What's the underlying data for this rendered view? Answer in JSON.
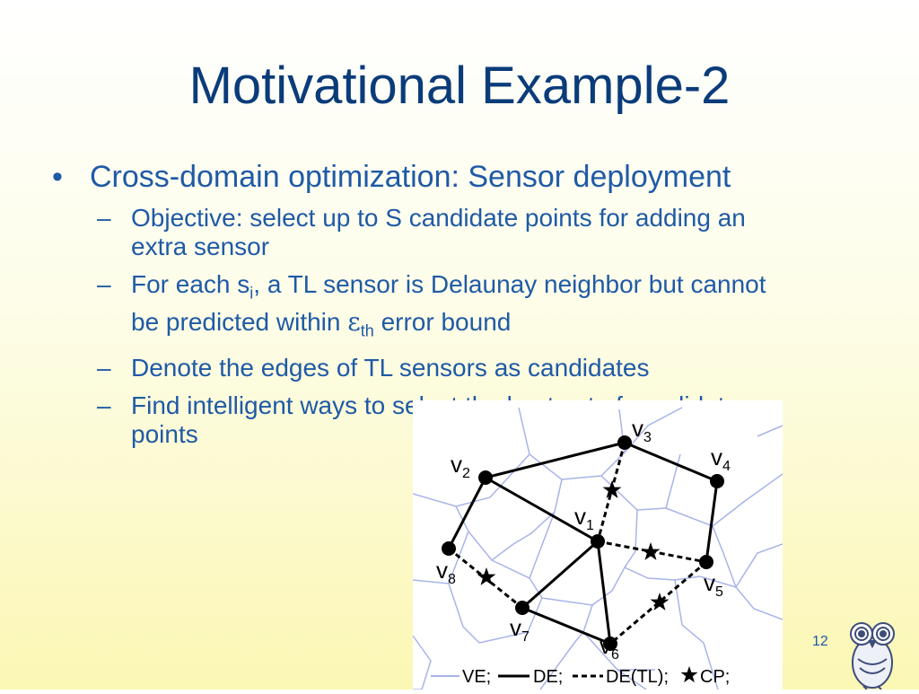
{
  "slide": {
    "title": "Motivational Example-2",
    "bullet": "Cross-domain optimization: Sensor deployment",
    "sub1": "Objective: select up to S candidate points for adding an extra sensor",
    "sub2_a": "For each s",
    "sub2_i": "i",
    "sub2_b": ", a TL sensor is Delaunay neighbor but cannot be predicted within ",
    "sub2_eps": "ε",
    "sub2_th": "th",
    "sub2_c": " error bound",
    "sub3": "Denote the edges of TL sensors as candidates",
    "sub4": "Find intelligent ways to select the best set of candidate points",
    "page_number": "12"
  },
  "figure": {
    "vertices": [
      {
        "name": "v",
        "sub": "1"
      },
      {
        "name": "v",
        "sub": "2"
      },
      {
        "name": "v",
        "sub": "3"
      },
      {
        "name": "v",
        "sub": "4"
      },
      {
        "name": "v",
        "sub": "5"
      },
      {
        "name": "v",
        "sub": "6"
      },
      {
        "name": "v",
        "sub": "7"
      },
      {
        "name": "v",
        "sub": "8"
      }
    ],
    "legend": {
      "ve": "VE;",
      "de": "DE;",
      "detl": "DE(TL);",
      "cp": "CP;"
    },
    "colors": {
      "voronoi": "#a8b4e8",
      "edge": "#000000"
    }
  }
}
